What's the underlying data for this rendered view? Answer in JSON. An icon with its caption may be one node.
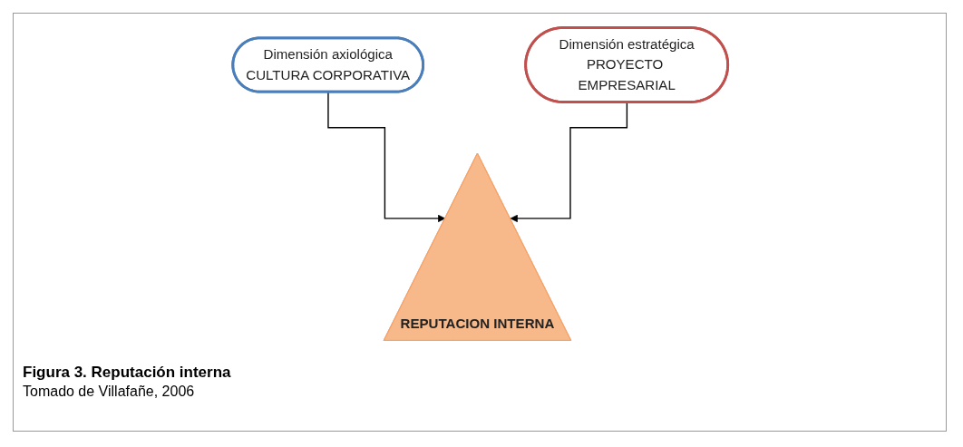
{
  "diagram": {
    "caption": "Figura 3.  Reputación interna",
    "nodes": [
      {
        "text": [
          "Dimensión axiológica",
          "CULTURA CORPORATIVA"
        ]
      },
      {
        "text": [
          "REPUTACION INTERNA"
        ]
      },
      {
        "text": [
          "Dimensión estratégica",
          "PROYECTO EMPRESARIAL"
        ]
      }
    ],
    "edges": [
      {
        "from": 0,
        "to": 1,
        "arrow": "to"
      },
      {
        "from": 2,
        "to": 1,
        "arrow": "to"
      }
    ],
    "labels": [
      "Tomado de Villafañe, 2006"
    ]
  }
}
